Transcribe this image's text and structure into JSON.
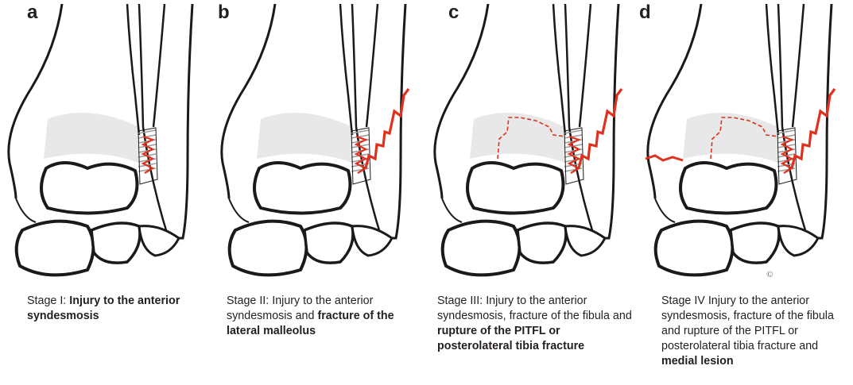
{
  "panels": [
    {
      "letter": "a",
      "stage": 1,
      "caption_plain_1": "Stage I: ",
      "caption_bold_1": "Injury to the anterior syndesmosis",
      "caption_plain_2": "",
      "caption_bold_2": ""
    },
    {
      "letter": "b",
      "stage": 2,
      "caption_plain_1": "Stage II: Injury to the anterior syndesmosis and ",
      "caption_bold_1": "fracture of the lateral malleolus",
      "caption_plain_2": "",
      "caption_bold_2": ""
    },
    {
      "letter": "c",
      "stage": 3,
      "caption_plain_1": "Stage III: Injury to the anterior syndesmosis, fracture of the fibula and ",
      "caption_bold_1": "rupture of the PITFL or posterolateral tibia fracture",
      "caption_plain_2": "",
      "caption_bold_2": ""
    },
    {
      "letter": "d",
      "stage": 4,
      "caption_plain_1": "Stage IV Injury to the anterior syndesmosis, fracture of the fibula and rupture of the PITFL or posterolateral tibia fracture and ",
      "caption_bold_1": "medial lesion",
      "caption_plain_2": "",
      "caption_bold_2": ""
    }
  ],
  "signature": "©",
  "colors": {
    "outline": "#1a1a1a",
    "lesion": "#e0301e",
    "ligament": "#9a9a9a",
    "shade": "#d9d9d9"
  }
}
